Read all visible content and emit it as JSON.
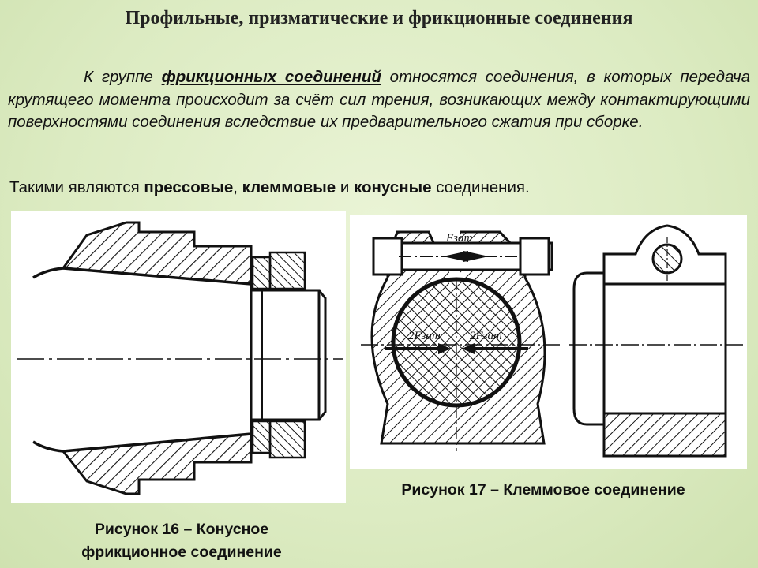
{
  "title": "Профильные, призматические и фрикционные соединения",
  "paragraph": {
    "prefix": "К группе ",
    "emphasis": "фрикционных соединений",
    "rest": " относятся соединения, в которых передача крутящего момента происходит за счёт сил трения, возникающих между контактирующими поверхностями соединения вследствие их предварительного сжатия при сборке."
  },
  "line2": {
    "prefix": "Такими являются ",
    "item1": "прессовые",
    "sep1": ", ",
    "item2": "клеммовые",
    "sep2": " и ",
    "item3": "конусные",
    "suffix": " соединения."
  },
  "figure16": {
    "caption_line1": "Рисунок 16 – Конусное",
    "caption_line2": "фрикционное соединение"
  },
  "figure17": {
    "caption": "Рисунок 17 – Клеммовое соединение",
    "label_fzat": "Fзат",
    "label_2fzat_left": "2Fзат",
    "label_2fzat_right": "2Fзат"
  }
}
